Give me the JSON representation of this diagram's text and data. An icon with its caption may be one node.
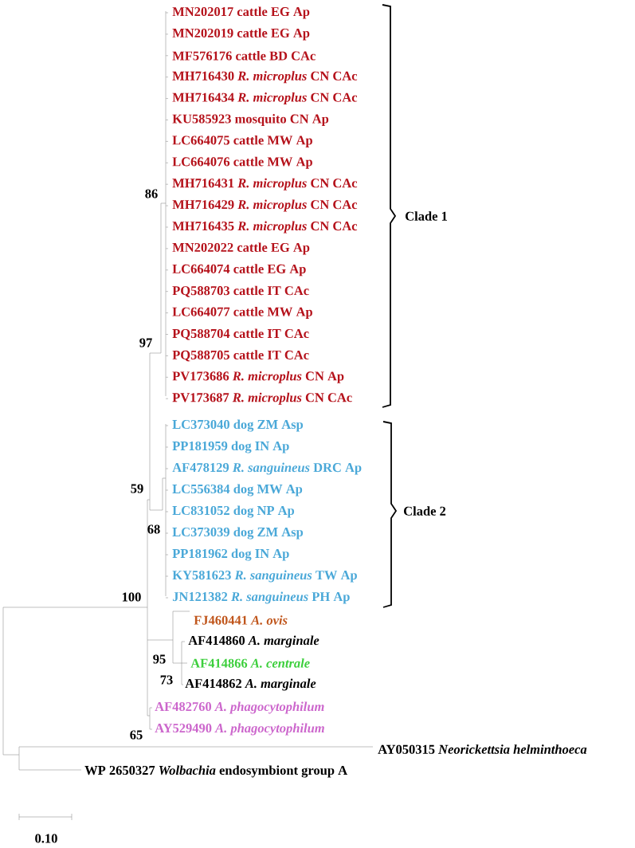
{
  "diagram": {
    "labels": [
      "MN202017 cattle EG Ap",
      "MN202019 cattle EG Ap",
      "MF576176 cattle BD CAc",
      "MH716430 *R. microplus* CN CAc",
      "MH716434 *R. microplus* CN CAc",
      "KU585923 mosquito CN Ap",
      "LC664075 cattle MW Ap",
      "LC664076 cattle MW Ap",
      "MH716431 *R. microplus* CN CAc",
      "MH716429 *R. microplus* CN CAc",
      "MH716435 *R. microplus* CN CAc",
      "MN202022 cattle EG Ap",
      "LC664074 cattle EG Ap",
      "PQ588703 cattle IT CAc",
      "LC664077 cattle MW Ap",
      "PQ588704 cattle IT CAc",
      "PQ588705 cattle IT CAc",
      "PV173686 *R. microplus* CN Ap",
      "PV173687 *R. microplus* CN CAc",
      "LC373040 dog ZM Asp",
      "PP181959 dog IN Ap",
      "AF478129 *R. sanguineus* DRC Ap",
      "LC556384 dog MW Ap",
      "LC831052 dog NP Ap",
      "LC373039 dog ZM Asp",
      "PP181962 dog IN Ap",
      "KY581623 *R. sanguineus* TW Ap",
      "JN121382 *R. sanguineus* PH Ap",
      "FJ460441 *A. ovis*",
      "AF414860 *A. marginale*",
      "AF414866 *A. centrale*",
      "AF414862 *A. marginale*",
      "AF482760 *A. phagocytophilum*",
      "AY529490 *A. phagocytophilum*",
      "AY050315 *Neorickettsia helminthoeca*",
      "WP 2650327 *Wolbachia* endosymbiont group A",
      "Clade 1",
      "Clade 2",
      "86",
      "97",
      "59",
      "68",
      "100",
      "95",
      "73",
      "65",
      "0.10"
    ]
  }
}
